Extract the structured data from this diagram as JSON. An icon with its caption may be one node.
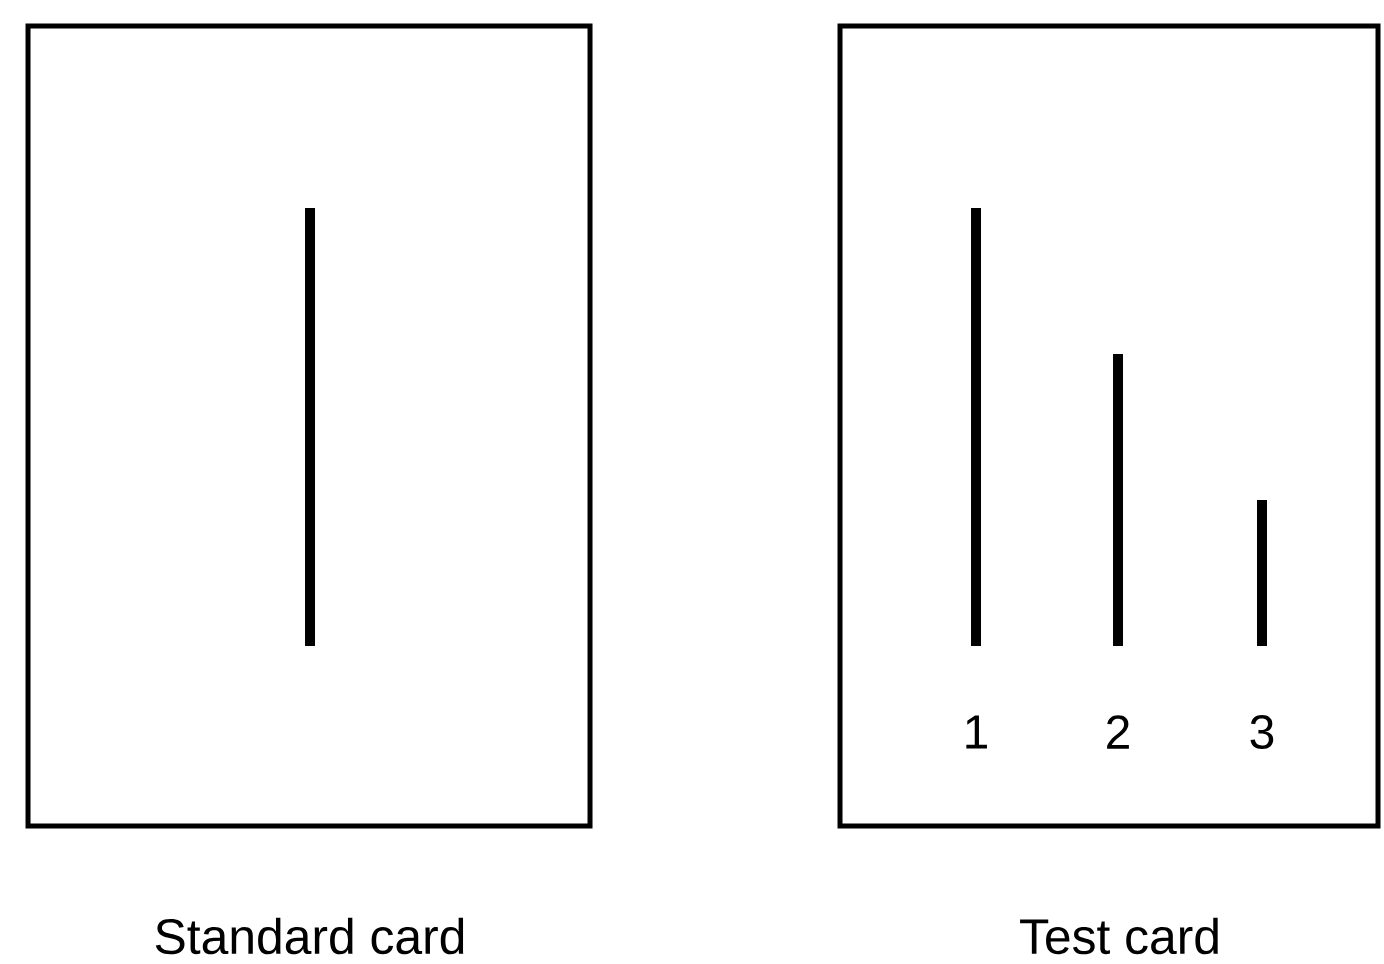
{
  "diagram": {
    "nodes": [
      {
        "text": [
          "Standard card"
        ]
      },
      {
        "text": [
          "Test card"
        ]
      }
    ],
    "labels": [
      "1",
      "2",
      "3"
    ]
  }
}
